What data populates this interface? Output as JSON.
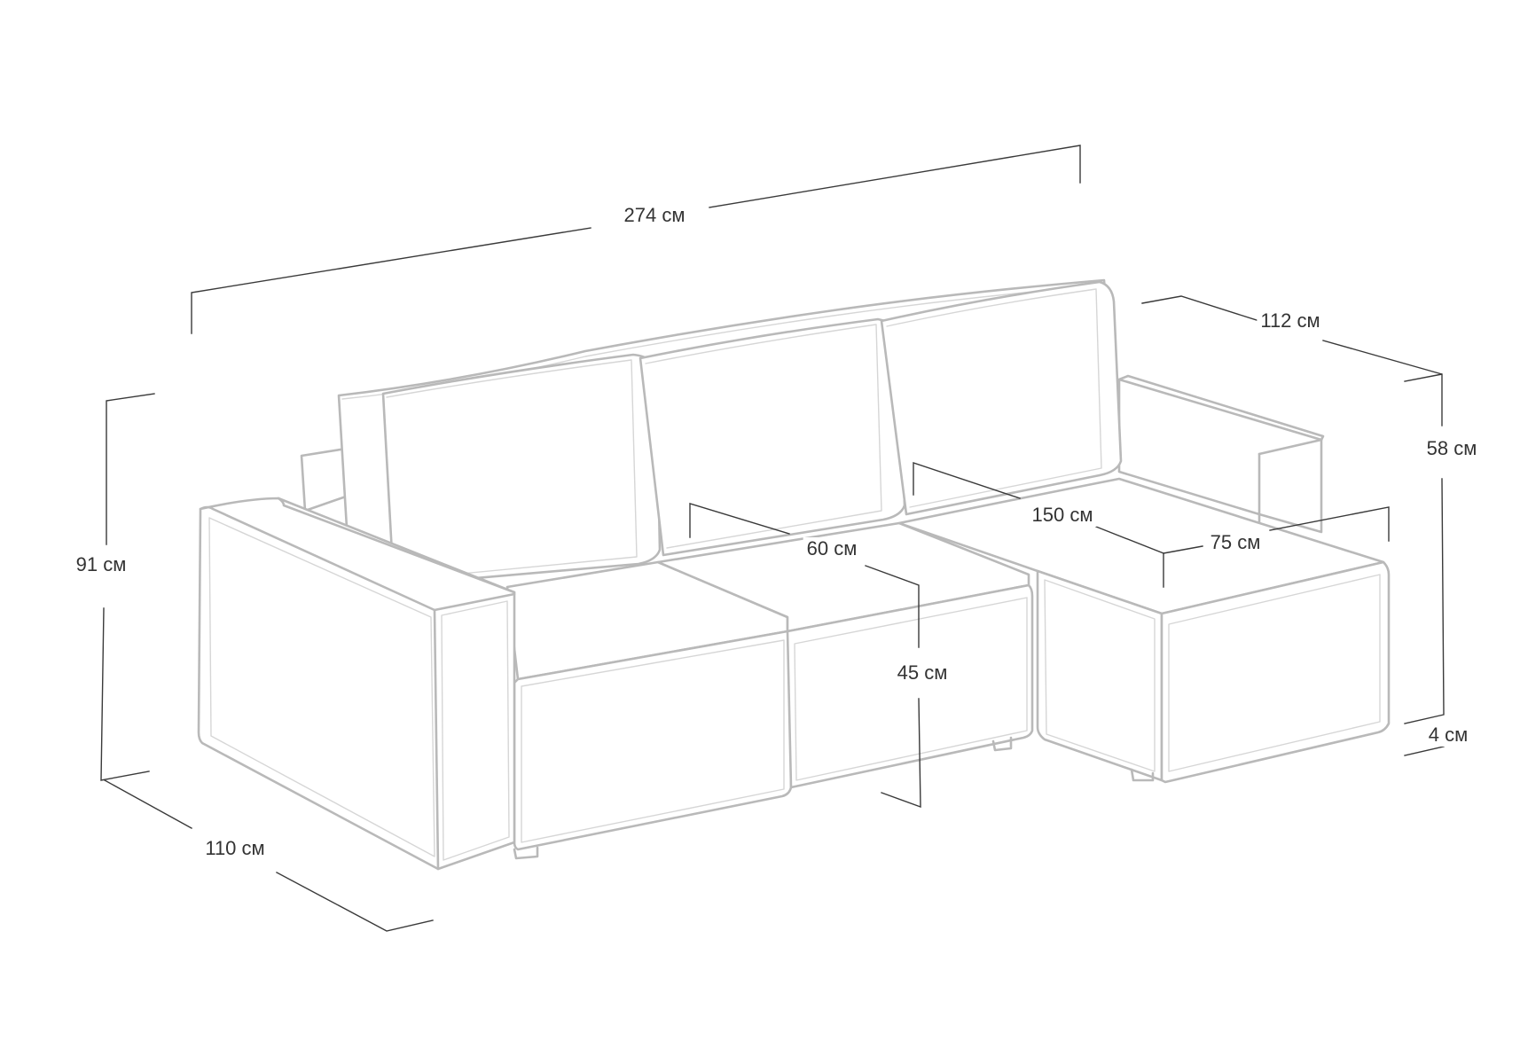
{
  "colors": {
    "outline": "#b9b9b9",
    "dimension_line": "#3a3a3a",
    "text": "#333333",
    "background": "#ffffff"
  },
  "dimensions": {
    "total_width": "274 см",
    "total_height": "91 см",
    "depth": "110 см",
    "chaise_length": "112 см",
    "armrest_height": "58 см",
    "leg_height": "4 см",
    "seat_height": "45 см",
    "seat_depth": "60 см",
    "chaise_seat_length": "150 см",
    "chaise_width": "75 см"
  }
}
